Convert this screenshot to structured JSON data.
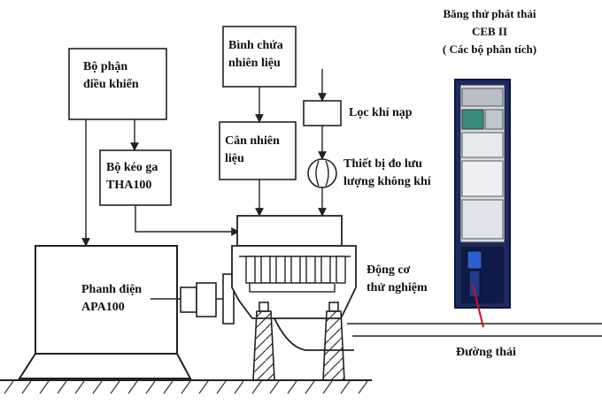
{
  "boxes": {
    "control_unit": "Bộ phận\nđiều khiển",
    "fuel_tank": "Bình chứa\nnhiên liệu",
    "throttle_actuator": "Bộ kéo ga\nTHA100",
    "fuel_scale": "Cân nhiên\nliệu",
    "dynamometer": "Phanh điện\nAPA100"
  },
  "labels": {
    "air_filter": "Lọc khí nạp",
    "air_flow_meter": "Thiết bị đo lưu\nlượng không khí",
    "engine": "Động cơ\nthử nghiệm",
    "exhaust": "Đường thải",
    "analyzer_title": "Băng thử phát thải\nCEB II\n( Các bộ phân tích)"
  },
  "colors": {
    "line": "#222222",
    "cabinet": "#1a2a66",
    "exhaust_sample": "#cc1122"
  }
}
